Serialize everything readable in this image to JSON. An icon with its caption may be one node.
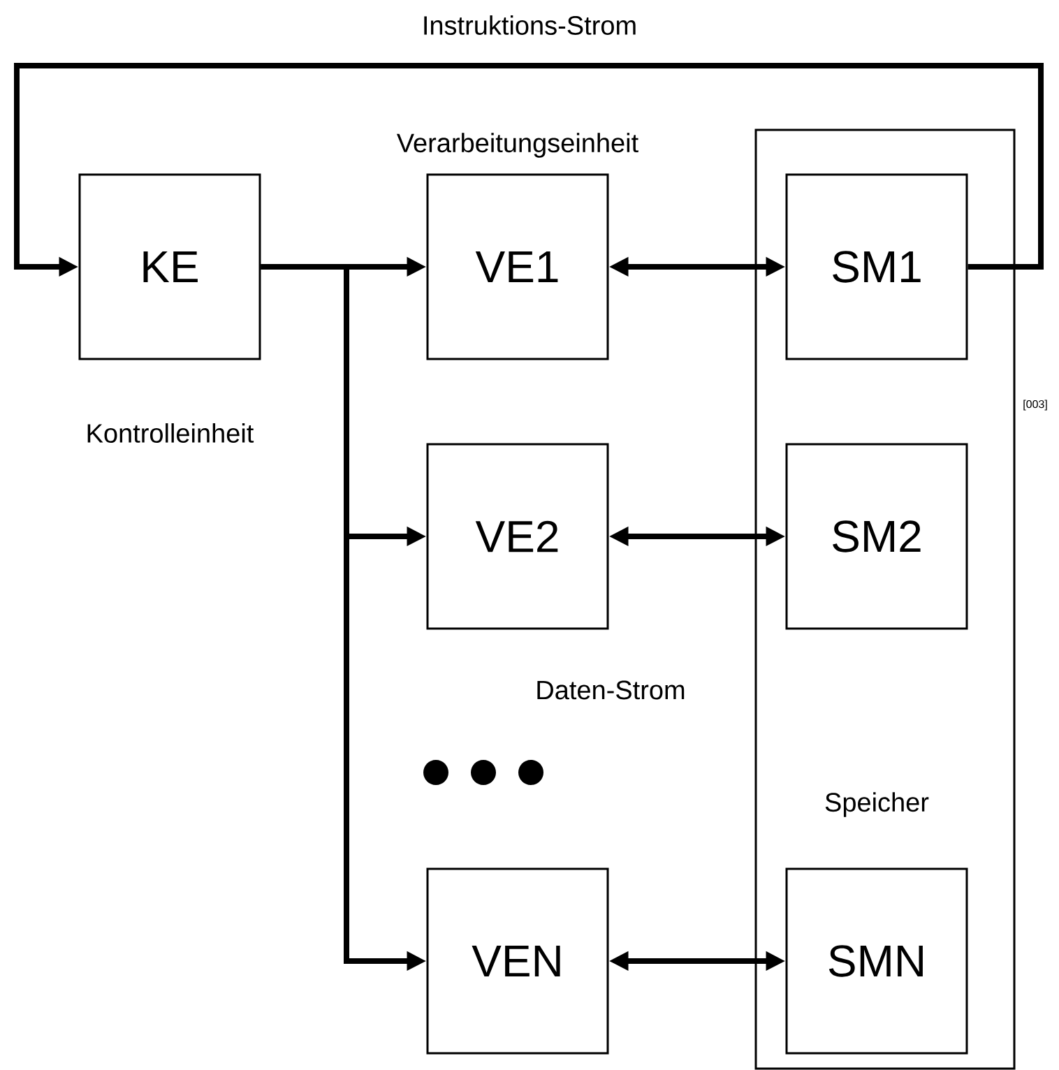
{
  "diagram": {
    "nodes": [
      {
        "text": [
          "KE"
        ],
        "beside": [
          "Kontrolleinheit"
        ]
      },
      {
        "text": [
          "VE1"
        ],
        "beside": [
          "Verarbeitungseinheit"
        ]
      },
      {
        "text": [
          "Speicher"
        ]
      },
      {
        "text": [
          "SM1"
        ],
        "in": 2
      },
      {
        "text": [
          "VE2"
        ]
      },
      {
        "text": [
          "SM2"
        ],
        "in": 2
      },
      {
        "text": [
          "VEN"
        ]
      },
      {
        "text": [
          "SMN"
        ],
        "in": 2
      }
    ],
    "edges": [
      {
        "from": 0,
        "to": 1,
        "arrow": "to"
      },
      {
        "from": 0,
        "to": 4,
        "arrow": "to"
      },
      {
        "from": 0,
        "to": 6,
        "arrow": "to"
      },
      {
        "from": 1,
        "to": 3,
        "arrow": "both"
      },
      {
        "from": 4,
        "to": 5,
        "arrow": "both"
      },
      {
        "from": 6,
        "to": 7,
        "arrow": "both"
      },
      {
        "from": 3,
        "to": 0,
        "arrow": "to",
        "label": "Instruktions-Strom"
      }
    ],
    "labels": [
      "[003]",
      "Daten-Strom"
    ]
  }
}
